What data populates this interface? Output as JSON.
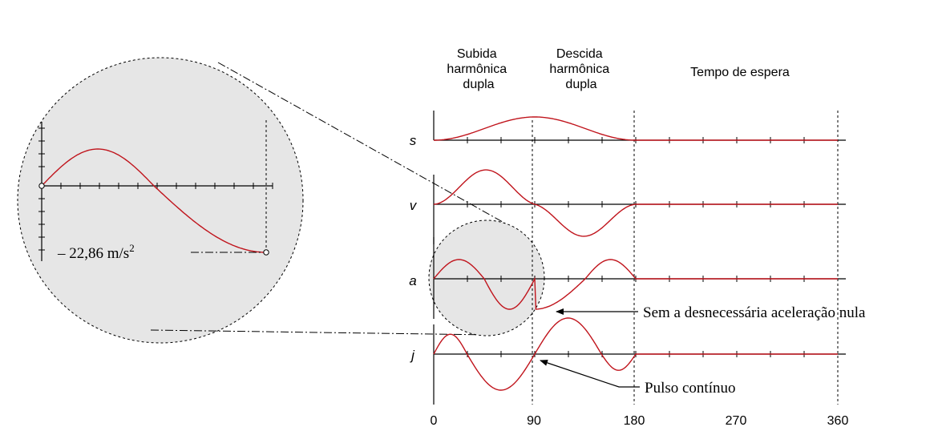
{
  "phases": {
    "rise": [
      "Subida",
      "harmônica",
      "dupla"
    ],
    "fall": [
      "Descida",
      "harmônica",
      "dupla"
    ],
    "dwell": "Tempo de espera"
  },
  "rows": [
    {
      "key": "s",
      "label": "s"
    },
    {
      "key": "v",
      "label": "v"
    },
    {
      "key": "a",
      "label": "a"
    },
    {
      "key": "j",
      "label": "j"
    }
  ],
  "x_ticks": [
    "0",
    "90",
    "180",
    "270",
    "360"
  ],
  "zoom": {
    "value_text": "– 22,86 m/s",
    "value_exp": "2"
  },
  "annotations": {
    "no_zero_accel": "Sem a desnecessária aceleração nula",
    "continuous_jerk": "Pulso contínuo"
  },
  "colors": {
    "curve": "#c0141c",
    "zoom_fill": "#e6e6e6",
    "axis": "#000000"
  }
}
